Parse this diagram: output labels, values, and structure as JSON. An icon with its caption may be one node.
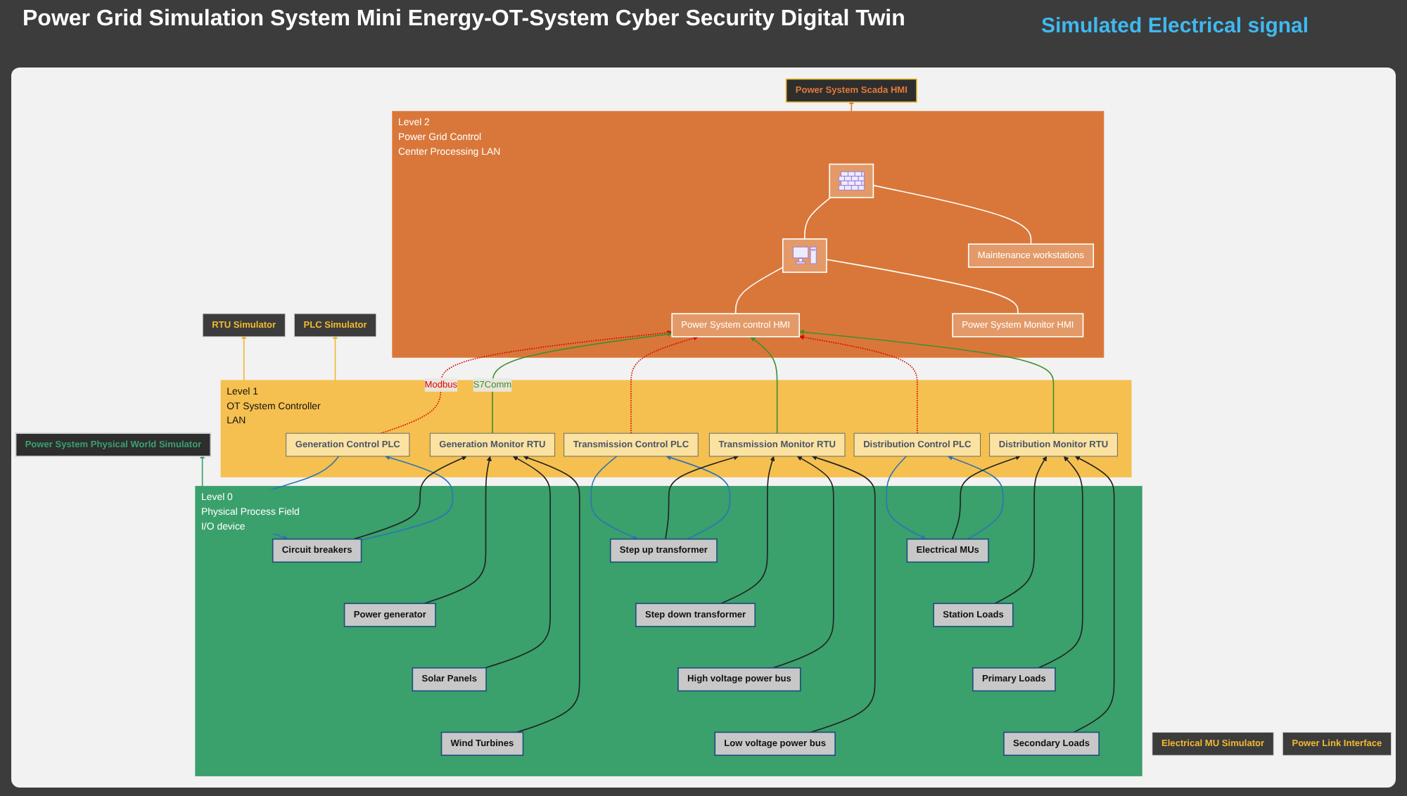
{
  "diagram": {
    "title": "Power Grid Simulation System Mini Energy-OT-System Cyber Security Digital Twin",
    "nodes": [
      {
        "text": [
          "Level 2",
          "Power Grid Control Center Processing LAN"
        ]
      },
      {
        "text": [],
        "shape": "picture",
        "in": 0
      },
      {
        "text": [],
        "shape": "picture",
        "in": 0
      },
      {
        "text": [
          "Power System control HMI"
        ],
        "in": 0
      },
      {
        "text": [
          "Power System Monitor HMI"
        ],
        "in": 0
      },
      {
        "text": [
          "Maintenance workstations"
        ],
        "in": 0
      },
      {
        "text": [
          "Level 1",
          "OT System Controller LAN"
        ]
      },
      {
        "text": [
          "Generation Control PLC"
        ],
        "in": 6
      },
      {
        "text": [
          "Generation Monitor RTU"
        ],
        "in": 6
      },
      {
        "text": [
          "Transmission Control PLC"
        ],
        "in": 6
      },
      {
        "text": [
          "Transmission Monitor RTU"
        ],
        "in": 6
      },
      {
        "text": [
          "Distribution Monitor RTU"
        ],
        "in": 6
      },
      {
        "text": [
          "Distribution Control PLC"
        ],
        "in": 6
      },
      {
        "text": [
          "Level 0",
          "Physical Process Field I/O device"
        ]
      },
      {
        "text": [
          "Circuit breakers"
        ],
        "in": 13
      },
      {
        "text": [
          "Power generator"
        ],
        "in": 13
      },
      {
        "text": [
          "Solar Panels"
        ],
        "in": 13
      },
      {
        "text": [
          "Wind Turbines"
        ],
        "in": 13
      },
      {
        "text": [
          "Step up transformer"
        ],
        "in": 13
      },
      {
        "text": [
          "Step down transformer"
        ],
        "in": 13
      },
      {
        "text": [
          "High voltage power bus"
        ],
        "in": 13
      },
      {
        "text": [
          "Low voltage power bus"
        ],
        "in": 13
      },
      {
        "text": [
          "Electrical MUs"
        ],
        "in": 13
      },
      {
        "text": [
          "Station  Loads"
        ],
        "in": 13
      },
      {
        "text": [
          "Primary  Loads"
        ],
        "in": 13
      },
      {
        "text": [
          "Secondary Loads"
        ],
        "in": 13
      },
      {
        "text": [
          "Power System Scada HMI"
        ]
      },
      {
        "text": [
          "PLC Simulator"
        ]
      },
      {
        "text": [
          "Power Link Interface"
        ]
      },
      {
        "text": [
          "RTU Simulator"
        ]
      },
      {
        "text": [
          "Electrical MU Simulator"
        ]
      },
      {
        "text": [
          "Power System Physical World Simulator"
        ]
      }
    ],
    "edges": [
      {
        "from": 2,
        "to": 1,
        "arrow": "none",
        "color": "#ffffff"
      },
      {
        "from": 5,
        "to": 1,
        "arrow": "none",
        "color": "#ffffff"
      },
      {
        "from": 3,
        "to": 2,
        "arrow": "none",
        "color": "#ffffff"
      },
      {
        "from": 4,
        "to": 2,
        "arrow": "none",
        "color": "#ffffff"
      },
      {
        "from": 7,
        "to": 3,
        "arrow": "to",
        "label": "Modbus",
        "style": "dashed",
        "color": "#e00000"
      },
      {
        "from": 9,
        "to": 3,
        "arrow": "to",
        "style": "dashed",
        "color": "#e00000"
      },
      {
        "from": 12,
        "to": 3,
        "arrow": "to",
        "style": "dashed",
        "color": "#e00000"
      },
      {
        "from": 8,
        "to": 3,
        "arrow": "to",
        "label": "S7Comm",
        "color": "#3f8f2f"
      },
      {
        "from": 10,
        "to": 3,
        "arrow": "to",
        "color": "#3f8f2f"
      },
      {
        "from": 11,
        "to": 3,
        "arrow": "to",
        "color": "#3f8f2f"
      },
      {
        "from": 14,
        "to": 7,
        "arrow": "to",
        "color": "#2e75b6"
      },
      {
        "from": 7,
        "to": 14,
        "arrow": "to",
        "color": "#2e75b6"
      },
      {
        "from": 18,
        "to": 9,
        "arrow": "to",
        "color": "#2e75b6"
      },
      {
        "from": 9,
        "to": 18,
        "arrow": "to",
        "color": "#2e75b6"
      },
      {
        "from": 22,
        "to": 12,
        "arrow": "to",
        "color": "#2e75b6"
      },
      {
        "from": 12,
        "to": 22,
        "arrow": "to",
        "color": "#2e75b6"
      },
      {
        "from": 14,
        "to": 8,
        "arrow": "to"
      },
      {
        "from": 15,
        "to": 8,
        "arrow": "to"
      },
      {
        "from": 16,
        "to": 8,
        "arrow": "to"
      },
      {
        "from": 17,
        "to": 8,
        "arrow": "to"
      },
      {
        "from": 18,
        "to": 10,
        "arrow": "to"
      },
      {
        "from": 19,
        "to": 10,
        "arrow": "to"
      },
      {
        "from": 20,
        "to": 10,
        "arrow": "to"
      },
      {
        "from": 21,
        "to": 10,
        "arrow": "to"
      },
      {
        "from": 22,
        "to": 11,
        "arrow": "to"
      },
      {
        "from": 23,
        "to": 11,
        "arrow": "to"
      },
      {
        "from": 24,
        "to": 11,
        "arrow": "to"
      },
      {
        "from": 25,
        "to": 11,
        "arrow": "to"
      },
      {
        "from": 0,
        "to": 26,
        "arrow": "to",
        "color": "#e07b39"
      },
      {
        "from": 6,
        "to": 27,
        "arrow": "to",
        "color": "#f0b930"
      },
      {
        "from": 6,
        "to": 29,
        "arrow": "to",
        "color": "#f0b930"
      },
      {
        "from": 13,
        "to": 31,
        "arrow": "to",
        "color": "#3aa06c"
      }
    ],
    "labels": [
      "Simulated Electrical signal"
    ]
  }
}
